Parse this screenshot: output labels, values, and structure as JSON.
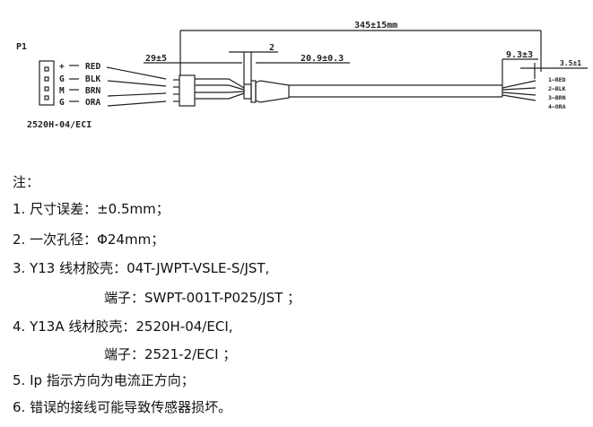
{
  "drawing": {
    "connector_label": "P1",
    "connector_part": "2520H-04/ECI",
    "pins": [
      {
        "sym": "+",
        "color": "RED"
      },
      {
        "sym": "G",
        "color": "BLK"
      },
      {
        "sym": "M",
        "color": "BRN"
      },
      {
        "sym": "G",
        "color": "ORA"
      }
    ],
    "dims": {
      "total": "345±15mm",
      "housing": "29±5",
      "gap": "2",
      "sleeve": "20.9±0.3",
      "strip": "9.3±3",
      "tip": "3.5±1"
    },
    "end_labels": [
      "1—RED",
      "2—BLK",
      "3—BRN",
      "4—ORA"
    ]
  },
  "notes": {
    "title": "注：",
    "lines": [
      "1. 尺寸误差：±0.5mm；",
      "2. 一次孔径：Φ24mm；",
      "3. Y13 线材胶壳：04T-JWPT-VSLE-S/JST,",
      "端子：SWPT-001T-P025/JST ；",
      "4. Y13A 线材胶壳：2520H-04/ECI,",
      "端子：2521-2/ECI ；",
      "5. Ip 指示方向为电流正方向；",
      "6. 错误的接线可能导致传感器损坏。"
    ]
  }
}
